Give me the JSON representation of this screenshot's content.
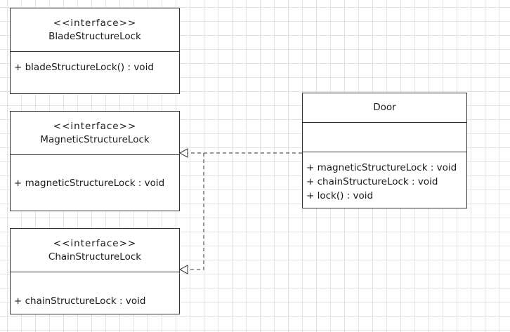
{
  "diagram": {
    "interfaces": [
      {
        "stereotype": "<<interface>>",
        "name": "BladeStructureLock",
        "methods": [
          "+ bladeStructureLock() : void"
        ]
      },
      {
        "stereotype": "<<interface>>",
        "name": "MagneticStructureLock",
        "methods": [
          "+ magneticStructureLock : void"
        ]
      },
      {
        "stereotype": "<<interface>>",
        "name": "ChainStructureLock",
        "methods": [
          "+ chainStructureLock : void"
        ]
      }
    ],
    "door": {
      "name": "Door",
      "methods": [
        "+ magneticStructureLock : void",
        "+ chainStructureLock : void",
        "+ lock() :  void"
      ]
    },
    "relations": [
      {
        "from": "Door",
        "to": "MagneticStructureLock",
        "type": "realization"
      },
      {
        "from": "Door",
        "to": "ChainStructureLock",
        "type": "realization"
      }
    ]
  }
}
